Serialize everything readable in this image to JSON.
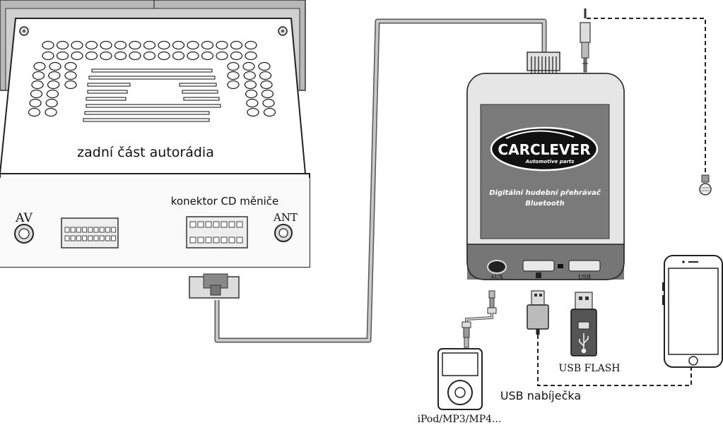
{
  "labels": {
    "radio_back": "zadní část autorádia",
    "cd_connector": "konektor CD měniče",
    "av": "AV",
    "ant": "ANT",
    "usb_flash": "USB FLASH",
    "usb_charger": "USB nabíječka",
    "ipod": "iPod/MP3/MP4..."
  },
  "device": {
    "brand": "CARCLEVER",
    "tagline": "Automotive parts",
    "description_line1": "Digitální hudební přehrávač",
    "description_line2": "Bluetooth",
    "port_aux": "AUX",
    "port_usb": "USB"
  },
  "colors": {
    "device_screen": "#7a7a7a",
    "device_body": "#e6e6e6",
    "radio_face": "#e8e8e8",
    "cable": "#bdbdbd"
  }
}
